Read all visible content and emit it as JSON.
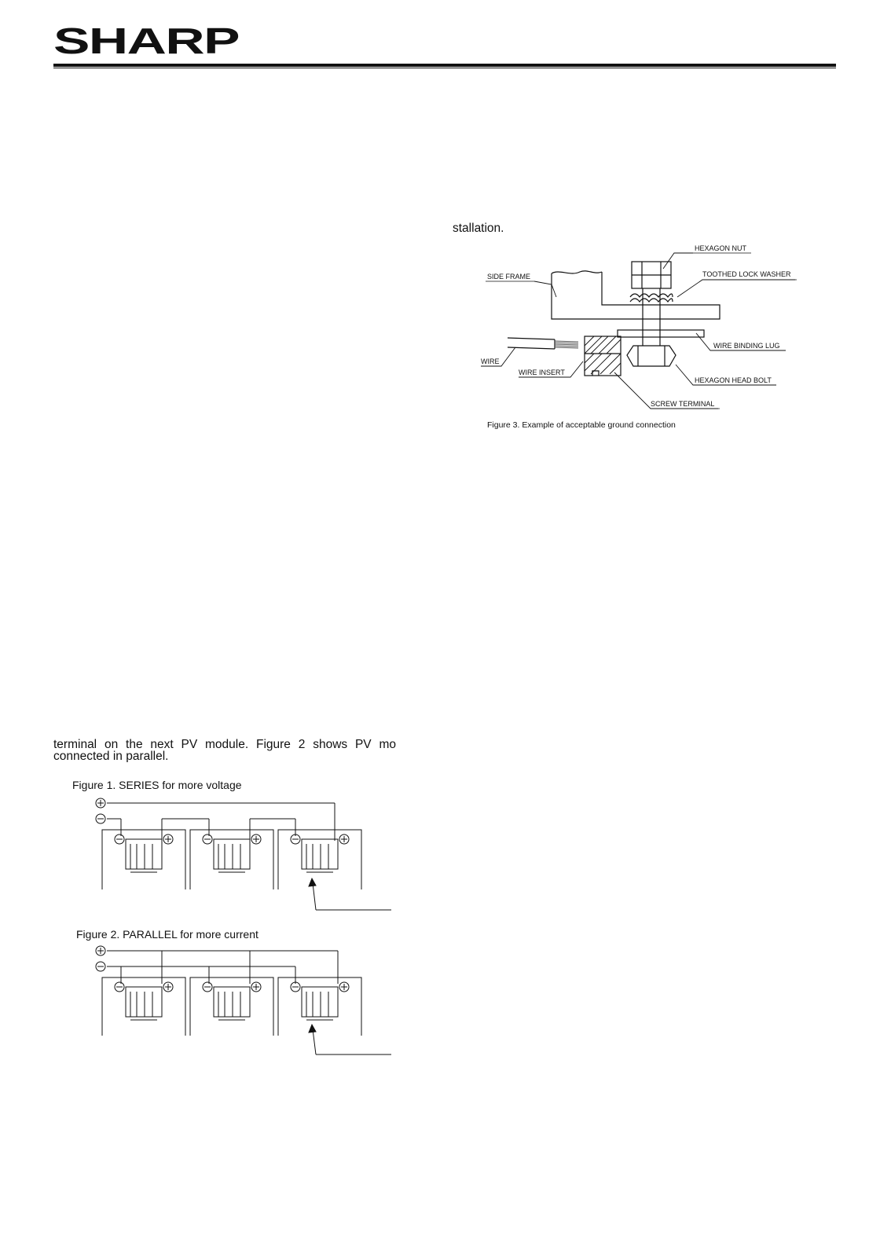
{
  "header": {
    "logo_text": "SHARP"
  },
  "left_column": {
    "paragraph_line1": "terminal on the next PV module. Figure 2 shows PV mo",
    "paragraph_line2": "connected in parallel."
  },
  "right_column": {
    "fragment": "stallation."
  },
  "figure1": {
    "title": "Figure 1. SERIES for more voltage"
  },
  "figure2": {
    "title": "Figure 2. PARALLEL for more current"
  },
  "figure3": {
    "caption": "Figure 3. Example of acceptable ground connection",
    "labels": {
      "hexagon_nut": "HEXAGON NUT",
      "toothed_lock_washer": "TOOTHED LOCK WASHER",
      "side_frame": "SIDE FRAME",
      "wire_binding_lug": "WIRE BINDING LUG",
      "wire": "WIRE",
      "wire_insert": "WIRE INSERT",
      "hexagon_head_bolt": "HEXAGON HEAD BOLT",
      "screw_terminal": "SCREW TERMINAL"
    }
  }
}
